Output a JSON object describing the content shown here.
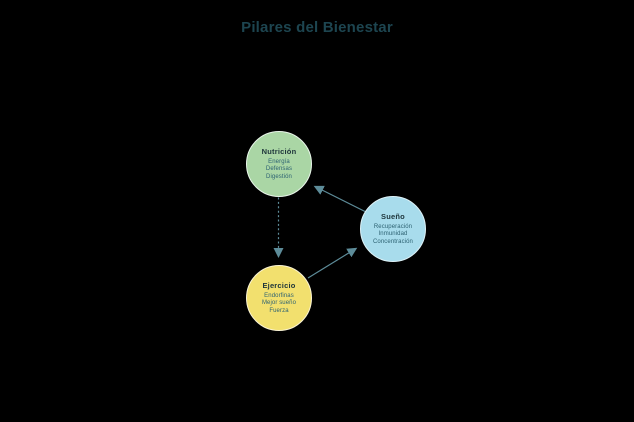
{
  "title": "Pilares del Bienestar",
  "colors": {
    "background": "#000000",
    "title": "#1d4550",
    "arrow": "#5d8c99",
    "label": "#1d343a",
    "sublabel": "#2d6272"
  },
  "nodes": [
    {
      "id": "nutricion",
      "label": "Nutrición",
      "sub": [
        "Energía",
        "Defensas",
        "Digestión"
      ],
      "fill": "#aad6a5",
      "border": "#e9f6ea"
    },
    {
      "id": "sueno",
      "label": "Sueño",
      "sub": [
        "Recuperación",
        "Inmunidad",
        "Concentración"
      ],
      "fill": "#a8dcec",
      "border": "#ddf2f8"
    },
    {
      "id": "ejercicio",
      "label": "Ejercicio",
      "sub": [
        "Endorfinas",
        "Mejor sueño",
        "Fuerza"
      ],
      "fill": "#f2e06e",
      "border": "#fbf4d4"
    }
  ],
  "edges": [
    {
      "from": "Nutrición",
      "to": "Ejercicio",
      "style": "dashed"
    },
    {
      "from": "Ejercicio",
      "to": "Sueño",
      "style": "solid"
    },
    {
      "from": "Sueño",
      "to": "Nutrición",
      "style": "solid"
    }
  ]
}
